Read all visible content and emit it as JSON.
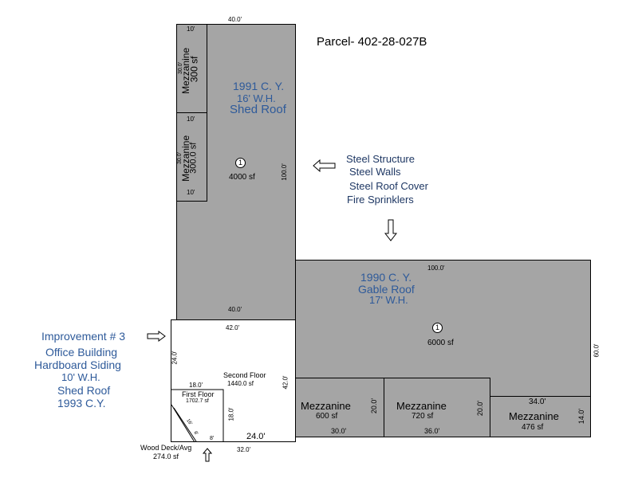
{
  "parcel": "Parcel- 402-28-027B",
  "building1": {
    "dims": {
      "top": "40.0'",
      "bottom": "40.0'",
      "right": "100.0'"
    },
    "lines": [
      "1991 C. Y.",
      "16' W.H.",
      "Shed Roof"
    ],
    "marker": "1",
    "area": "4000 sf",
    "mezz_top": {
      "label": "Mezzanine",
      "area": "300 sf",
      "dim_w": "10'",
      "dim_h": "30.0'"
    },
    "mezz_bottom": {
      "label": "Mezzanine",
      "area": "300.0 sf",
      "dim_top": "10'",
      "dim_h": "30.0'",
      "dim_bottom": "10'"
    }
  },
  "building2": {
    "dims": {
      "top": "100.0'",
      "right": "60.0'"
    },
    "lines": [
      "1990 C. Y.",
      "Gable Roof",
      "17' W.H."
    ],
    "marker": "1",
    "area": "6000 sf",
    "mezzanines": [
      {
        "label": "Mezzanine",
        "area": "600 sf",
        "dim_w": "30.0'",
        "dim_h": "20.0'"
      },
      {
        "label": "Mezzanine",
        "area": "720 sf",
        "dim_w": "36.0'",
        "dim_h": "20.0'"
      },
      {
        "label": "Mezzanine",
        "area": "476 sf",
        "dim_w": "34.0'",
        "dim_h": "14.0'"
      }
    ]
  },
  "steel_notes": [
    "Steel Structure",
    "Steel Walls",
    "Steel Roof Cover",
    "Fire Sprinklers"
  ],
  "improvement3": {
    "lines": [
      "Improvement # 3",
      "Office Building",
      "Hardboard Siding",
      "10' W.H.",
      "Shed Roof",
      "1993 C.Y."
    ]
  },
  "office": {
    "dims": {
      "top": "42.0'",
      "left": "24.0'",
      "right": "42.0'",
      "bottom": "32.0'",
      "inner_bottom": "24.0'",
      "ff_top": "18.0'",
      "ff_right": "18.0'",
      "diag1": "16'",
      "diag2": "8'",
      "small": "8'"
    },
    "second_floor": {
      "label": "Second Floor",
      "area": "1440.0 sf"
    },
    "first_floor": {
      "label": "First Floor",
      "area": "1702.7 sf"
    },
    "wood_deck": {
      "label": "Wood Deck/Avg",
      "area": "274.0 sf"
    }
  }
}
